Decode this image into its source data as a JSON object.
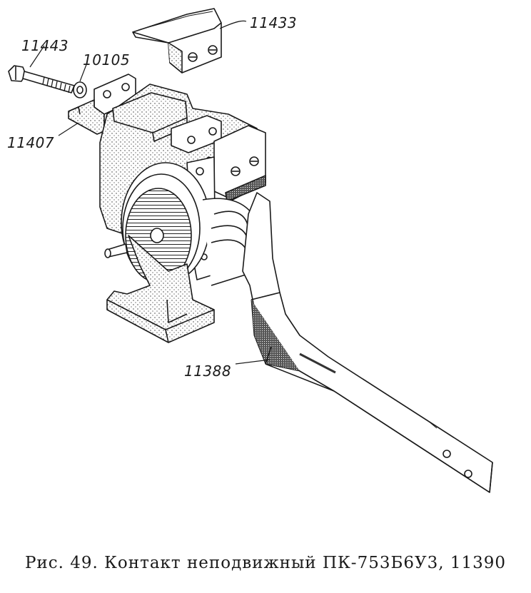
{
  "labels": {
    "part_11433": "11433",
    "part_11443": "11443",
    "part_10105": "10105",
    "part_11407": "11407",
    "part_11388": "11388"
  },
  "caption": "Рис. 49. Контакт неподвижный ПК-753Б6У3, 11390"
}
